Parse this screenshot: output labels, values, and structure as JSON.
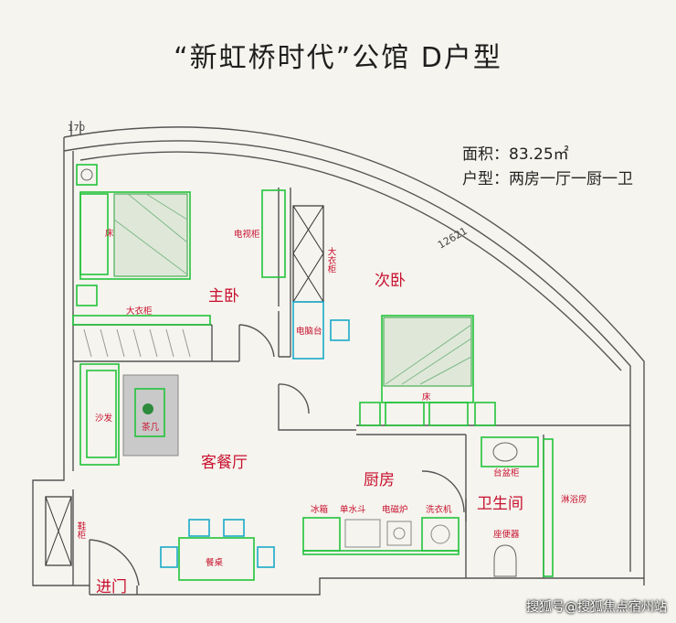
{
  "title": "“新虹桥时代”公馆    D户型",
  "info": {
    "area": "面积：83.25㎡",
    "layout": "户型：两房一厅一厨一卫"
  },
  "dimensions": {
    "d1": "170",
    "d2": "12621"
  },
  "rooms": {
    "master_bedroom": "主卧",
    "second_bedroom": "次卧",
    "living_dining": "客餐厅",
    "kitchen": "厨房",
    "bathroom": "卫生间",
    "entrance": "进门"
  },
  "furniture": {
    "bed1": "床",
    "bed2": "床",
    "tv_cabinet": "电视柜",
    "wardrobe1": "大衣柜",
    "wardrobe2": "大衣柜",
    "computer_desk": "电脑台",
    "sofa": "沙发",
    "tea_table": "茶几",
    "shoe_cabinet": "鞋柜",
    "dining_table": "餐桌",
    "fridge": "冰箱",
    "sink": "单水斗",
    "cooktop": "电磁炉",
    "washer": "洗衣机",
    "basin": "台盆柜",
    "shower": "淋浴房",
    "toilet": "座便器"
  },
  "watermark": "搜狐号@搜狐焦点宿州站"
}
